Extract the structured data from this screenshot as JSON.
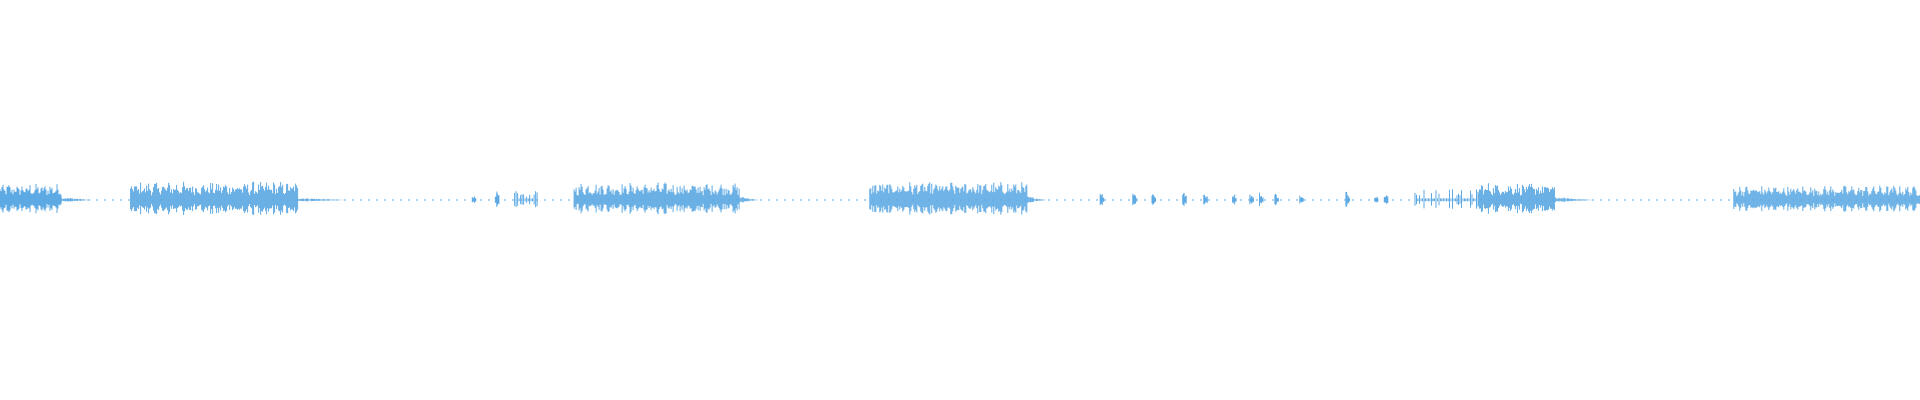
{
  "waveform": {
    "color": "#5DA9E3",
    "background": "#FFFFFF",
    "segments": [
      {
        "start": 0.0,
        "end": 0.032,
        "amplitude": 0.85,
        "pattern": "dense"
      },
      {
        "start": 0.032,
        "end": 0.048,
        "amplitude": 0.15,
        "pattern": "fade"
      },
      {
        "start": 0.068,
        "end": 0.155,
        "amplitude": 0.95,
        "pattern": "dense"
      },
      {
        "start": 0.155,
        "end": 0.18,
        "amplitude": 0.12,
        "pattern": "fade"
      },
      {
        "start": 0.246,
        "end": 0.248,
        "amplitude": 0.3,
        "pattern": "spike"
      },
      {
        "start": 0.258,
        "end": 0.26,
        "amplitude": 0.55,
        "pattern": "spike"
      },
      {
        "start": 0.268,
        "end": 0.28,
        "amplitude": 0.45,
        "pattern": "sparse"
      },
      {
        "start": 0.299,
        "end": 0.385,
        "amplitude": 0.9,
        "pattern": "dense"
      },
      {
        "start": 0.385,
        "end": 0.395,
        "amplitude": 0.2,
        "pattern": "fade"
      },
      {
        "start": 0.453,
        "end": 0.535,
        "amplitude": 0.95,
        "pattern": "dense"
      },
      {
        "start": 0.535,
        "end": 0.545,
        "amplitude": 0.2,
        "pattern": "fade"
      },
      {
        "start": 0.573,
        "end": 0.575,
        "amplitude": 0.55,
        "pattern": "spike"
      },
      {
        "start": 0.59,
        "end": 0.592,
        "amplitude": 0.5,
        "pattern": "spike"
      },
      {
        "start": 0.6,
        "end": 0.602,
        "amplitude": 0.45,
        "pattern": "spike"
      },
      {
        "start": 0.616,
        "end": 0.618,
        "amplitude": 0.5,
        "pattern": "spike"
      },
      {
        "start": 0.627,
        "end": 0.629,
        "amplitude": 0.4,
        "pattern": "spike"
      },
      {
        "start": 0.642,
        "end": 0.644,
        "amplitude": 0.45,
        "pattern": "spike"
      },
      {
        "start": 0.651,
        "end": 0.653,
        "amplitude": 0.35,
        "pattern": "spike"
      },
      {
        "start": 0.656,
        "end": 0.658,
        "amplitude": 0.4,
        "pattern": "spike"
      },
      {
        "start": 0.664,
        "end": 0.666,
        "amplitude": 0.4,
        "pattern": "spike"
      },
      {
        "start": 0.677,
        "end": 0.679,
        "amplitude": 0.25,
        "pattern": "spike"
      },
      {
        "start": 0.701,
        "end": 0.703,
        "amplitude": 0.5,
        "pattern": "spike"
      },
      {
        "start": 0.716,
        "end": 0.718,
        "amplitude": 0.3,
        "pattern": "spike"
      },
      {
        "start": 0.721,
        "end": 0.723,
        "amplitude": 0.5,
        "pattern": "spike"
      },
      {
        "start": 0.737,
        "end": 0.77,
        "amplitude": 0.55,
        "pattern": "sparse"
      },
      {
        "start": 0.77,
        "end": 0.81,
        "amplitude": 0.9,
        "pattern": "dense"
      },
      {
        "start": 0.81,
        "end": 0.83,
        "amplitude": 0.15,
        "pattern": "fade"
      },
      {
        "start": 0.903,
        "end": 1.0,
        "amplitude": 0.75,
        "pattern": "dense"
      }
    ]
  }
}
